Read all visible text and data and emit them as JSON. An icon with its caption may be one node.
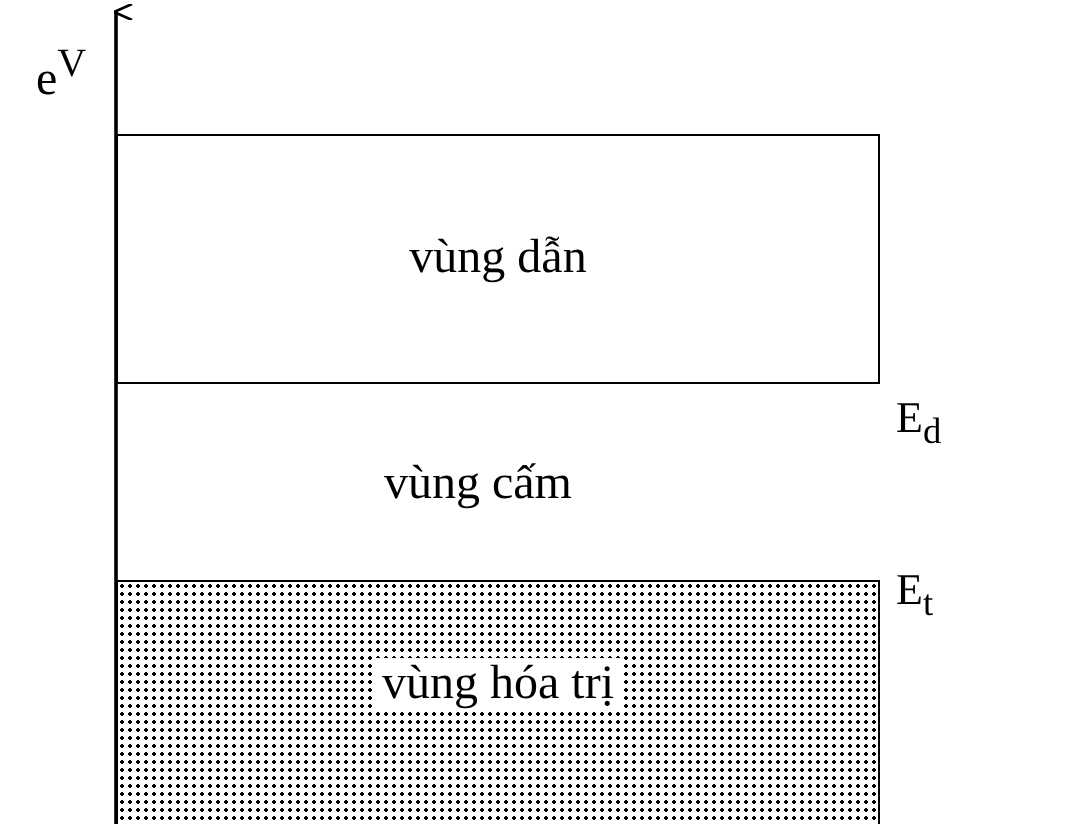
{
  "diagram": {
    "nodes": [
      {
        "text": [
          "vùng dẫn"
        ]
      },
      {
        "text": [
          "vùng hóa trị"
        ]
      }
    ],
    "labels": [
      "e$^{V}$",
      "E$_{d}$",
      "vùng cấm",
      "E$_{t}$"
    ]
  }
}
